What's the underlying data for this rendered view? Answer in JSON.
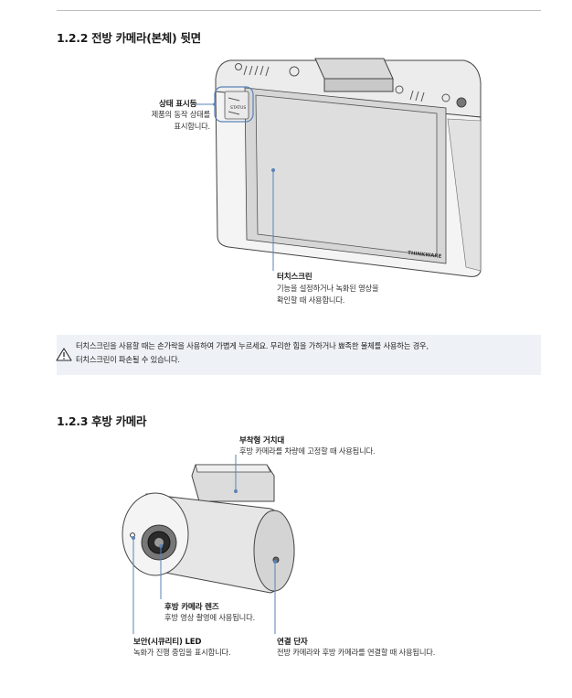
{
  "section_front": {
    "title": "1.2.2  전방 카메라(본체) 뒷면",
    "status_led": {
      "title": "상태 표시등",
      "desc": "제품의 동작 상태를\n표시합니다."
    },
    "touchscreen": {
      "title": "터치스크린",
      "desc": "기능을 설정하거나 녹화된 영상을\n확인할 때 사용합니다."
    },
    "device_status_text": "STATUS",
    "device_brand_text": "THINKWARE"
  },
  "caution": {
    "icon": "warning-icon",
    "text": "터치스크린을 사용할 때는 손가락을 사용하여 가볍게 누르세요. 무리한 힘을 가하거나 뾰족한 물체를 사용하는 경우,\n터치스크린이 파손될 수 있습니다."
  },
  "section_rear": {
    "title": "1.2.3  후방 카메라",
    "mount": {
      "title": "부착형 거치대",
      "desc": "후방 카메라를 차량에 고정할 때 사용됩니다."
    },
    "lens": {
      "title": "후방 카메라 렌즈",
      "desc": "후방 영상 촬영에 사용됩니다."
    },
    "security_led": {
      "title": "보안(시큐리티) LED",
      "desc": "녹화가 진행 중임을 표시합니다."
    },
    "connector": {
      "title": "연결 단자",
      "desc": "전방 카메라와 후방 카메라를 연결할 때 사용됩니다."
    }
  },
  "colors": {
    "note_bg": "#eef1f6",
    "warning_yellow": "#f2c200"
  }
}
